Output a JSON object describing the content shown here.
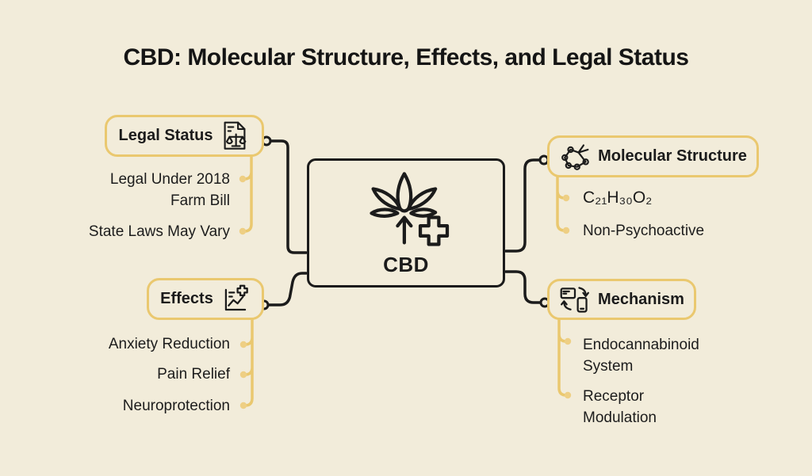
{
  "title": "CBD: Molecular Structure, Effects, and Legal Status",
  "colors": {
    "background": "#f2ecda",
    "accent_yellow": "#eac86f",
    "ink": "#1b1b1b"
  },
  "center": {
    "label": "CBD",
    "icon": "cannabis-leaf-medical-cross-icon"
  },
  "branches": {
    "legal_status": {
      "label": "Legal Status",
      "icon": "legal-document-scales-icon",
      "items": [
        "Legal Under 2018 Farm Bill",
        "State Laws May Vary"
      ]
    },
    "molecular_structure": {
      "label": "Molecular Structure",
      "icon": "molecule-icon",
      "items": [
        "C₂₁H₃₀O₂",
        "Non-Psychoactive"
      ]
    },
    "effects": {
      "label": "Effects",
      "icon": "health-chart-icon",
      "items": [
        "Anxiety Reduction",
        "Pain Relief",
        "Neuroprotection"
      ]
    },
    "mechanism": {
      "label": "Mechanism",
      "icon": "device-sync-icon",
      "items": [
        "Endocannabinoid System",
        "Receptor Modulation"
      ]
    }
  }
}
